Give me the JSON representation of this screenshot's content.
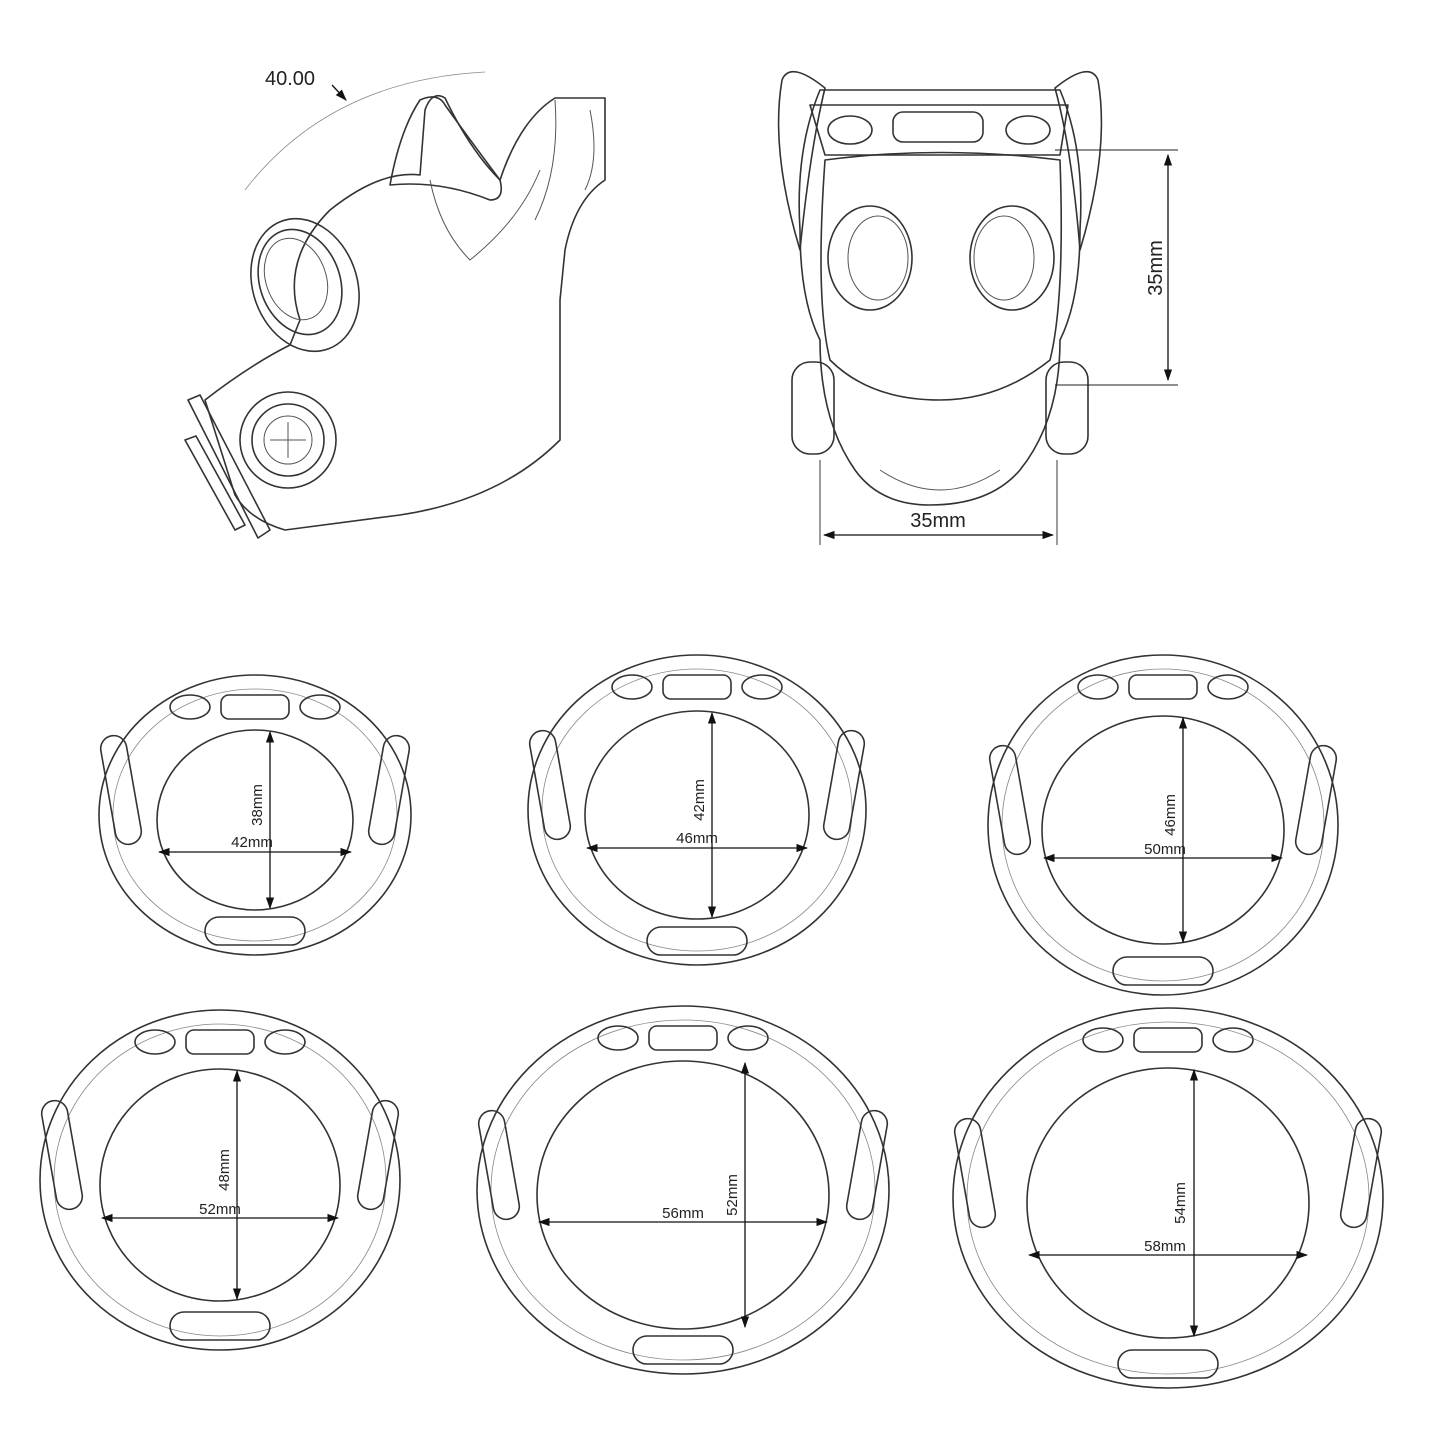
{
  "side_view": {
    "angle_label": "40.00"
  },
  "front_view": {
    "height_label": "35mm",
    "width_label": "35mm"
  },
  "rings": [
    {
      "id": "ring-1",
      "height_label": "38mm",
      "width_label": "42mm"
    },
    {
      "id": "ring-2",
      "height_label": "42mm",
      "width_label": "46mm"
    },
    {
      "id": "ring-3",
      "height_label": "46mm",
      "width_label": "50mm"
    },
    {
      "id": "ring-4",
      "height_label": "48mm",
      "width_label": "52mm"
    },
    {
      "id": "ring-5",
      "height_label": "52mm",
      "width_label": "56mm"
    },
    {
      "id": "ring-6",
      "height_label": "54mm",
      "width_label": "58mm"
    }
  ]
}
